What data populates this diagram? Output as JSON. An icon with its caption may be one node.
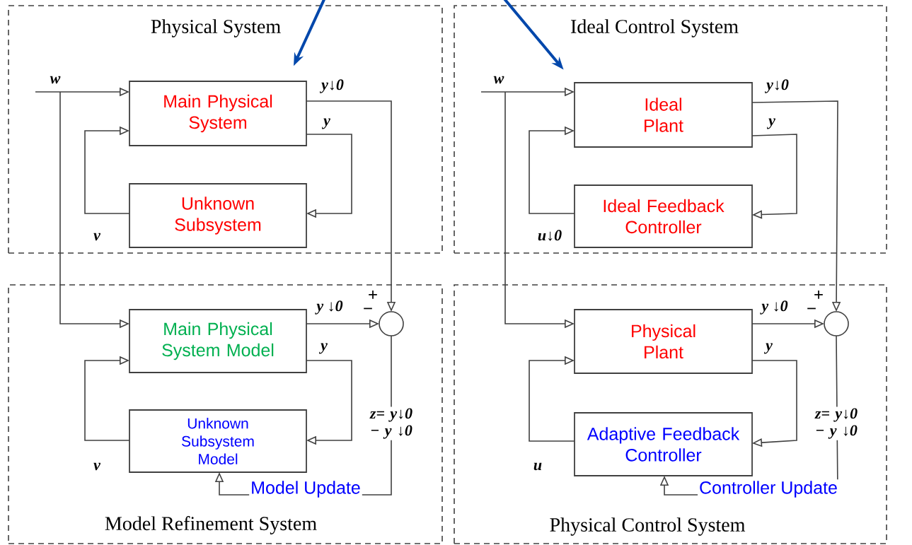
{
  "diagram": {
    "nodes": [
      {
        "text": [
          "Physical System"
        ]
      },
      {
        "text": [
          "Main Physical System"
        ],
        "in": 0
      },
      {
        "text": [
          "Unknown Subsystem"
        ],
        "in": 0
      },
      {
        "text": [
          "Ideal Control System"
        ]
      },
      {
        "text": [
          "Ideal Plant"
        ],
        "in": 3
      },
      {
        "text": [
          "Ideal Feedback Controller"
        ],
        "in": 3
      },
      {
        "text": [
          "Model Refinement System"
        ]
      },
      {
        "text": [
          "Main Physical System Model"
        ],
        "in": 6
      },
      {
        "text": [
          "Unknown Subsystem Model"
        ],
        "in": 6
      },
      {
        "text": [],
        "shape": "circle",
        "in": 6
      },
      {
        "text": [
          "Physical Control System"
        ]
      },
      {
        "text": [
          "Physical Plant"
        ],
        "in": 10
      },
      {
        "text": [
          "Adaptive Feedback Controller"
        ],
        "in": 10
      },
      {
        "text": [],
        "shape": "circle",
        "in": 10
      }
    ],
    "edges": [
      {
        "from": null,
        "to": 1,
        "arrow": "to",
        "label": "w"
      },
      {
        "from": null,
        "to": 7,
        "arrow": "to"
      },
      {
        "from": 1,
        "to": 9,
        "arrow": "to",
        "label": "y↓0"
      },
      {
        "from": 1,
        "to": 2,
        "arrow": "to",
        "label": "y"
      },
      {
        "from": 2,
        "to": 1,
        "arrow": "to",
        "label": "v"
      },
      {
        "from": 7,
        "to": 9,
        "arrow": "to",
        "label": "y ↓0"
      },
      {
        "from": 7,
        "to": 8,
        "arrow": "to",
        "label": "y"
      },
      {
        "from": 8,
        "to": 7,
        "arrow": "to",
        "label": "v"
      },
      {
        "from": 9,
        "to": 8,
        "arrow": "to",
        "label": "Model Update"
      },
      {
        "from": null,
        "to": 4,
        "arrow": "to",
        "label": "w"
      },
      {
        "from": null,
        "to": 11,
        "arrow": "to"
      },
      {
        "from": 4,
        "to": 13,
        "arrow": "to",
        "label": "y↓0"
      },
      {
        "from": 4,
        "to": 5,
        "arrow": "to",
        "label": "y"
      },
      {
        "from": 5,
        "to": 4,
        "arrow": "to",
        "label": "u↓0"
      },
      {
        "from": 11,
        "to": 13,
        "arrow": "to",
        "label": "y ↓0"
      },
      {
        "from": 11,
        "to": 12,
        "arrow": "to",
        "label": "y"
      },
      {
        "from": 12,
        "to": 11,
        "arrow": "to",
        "label": "u"
      },
      {
        "from": 13,
        "to": 12,
        "arrow": "to",
        "label": "Controller Update"
      },
      {
        "from": null,
        "to": 1,
        "arrow": "to",
        "style": "thick",
        "color": "#0047ab"
      },
      {
        "from": null,
        "to": 4,
        "arrow": "to",
        "style": "thick",
        "color": "#0047ab"
      }
    ],
    "labels": [
      "+",
      "−",
      "+",
      "−",
      "z= y↓0 − y ↓0",
      "z= y↓0 − y ↓0"
    ]
  }
}
